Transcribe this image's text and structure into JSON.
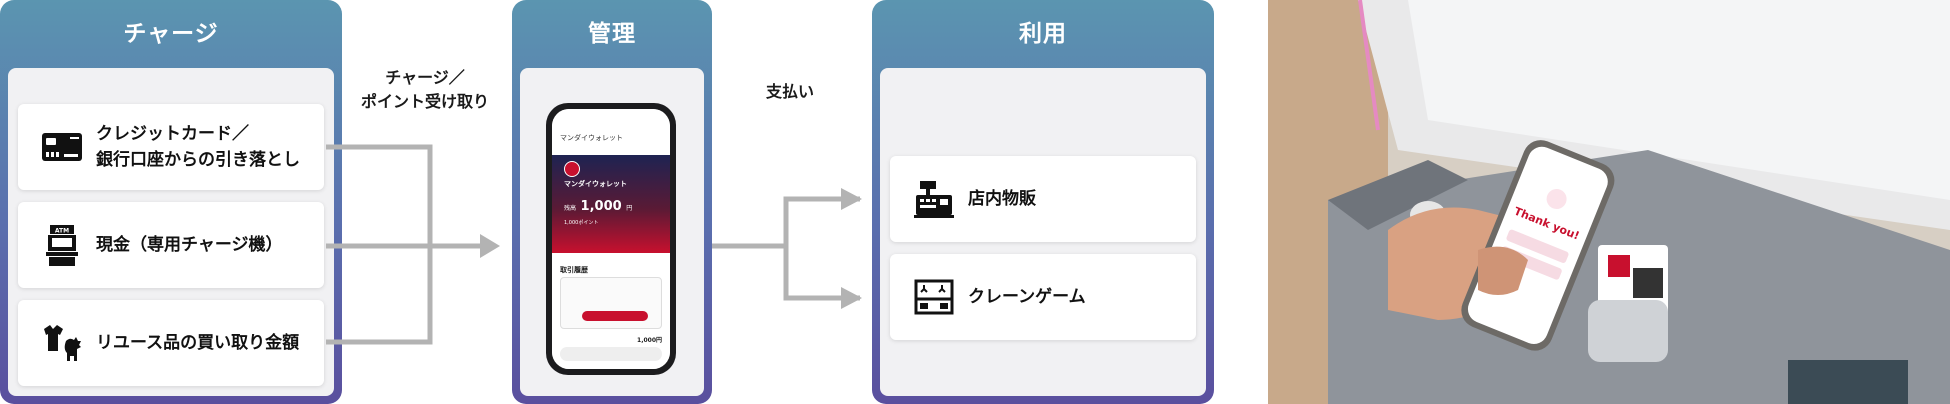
{
  "charge": {
    "title": "チャージ",
    "items": [
      {
        "label": "クレジットカード／\n銀行口座からの引き落とし",
        "icon": "credit-card-icon"
      },
      {
        "label": "現金（専用チャージ機）",
        "icon": "atm-icon"
      },
      {
        "label": "リユース品の買い取り金額",
        "icon": "reuse-goods-icon"
      }
    ]
  },
  "flow": {
    "charge_label": "チャージ／\nポイント受け取り",
    "pay_label": "支払い"
  },
  "manage": {
    "title": "管理",
    "phone": {
      "app_name": "マンダイウォレット",
      "balance_label": "残高",
      "balance": "1,000",
      "unit": "円",
      "points": "1,000ポイント",
      "history_label": "取引履歴",
      "last_amount": "1,000円"
    }
  },
  "use": {
    "title": "利用",
    "items": [
      {
        "label": "店内物販",
        "icon": "cash-register-icon"
      },
      {
        "label": "クレーンゲーム",
        "icon": "crane-game-icon"
      }
    ]
  },
  "photo": {
    "screen_text": "Thank you!"
  },
  "colors": {
    "panel_top": "#5b95b0",
    "panel_bottom": "#5a4f9e",
    "arrow": "#b3b3b3",
    "accent_red": "#c8102e"
  }
}
